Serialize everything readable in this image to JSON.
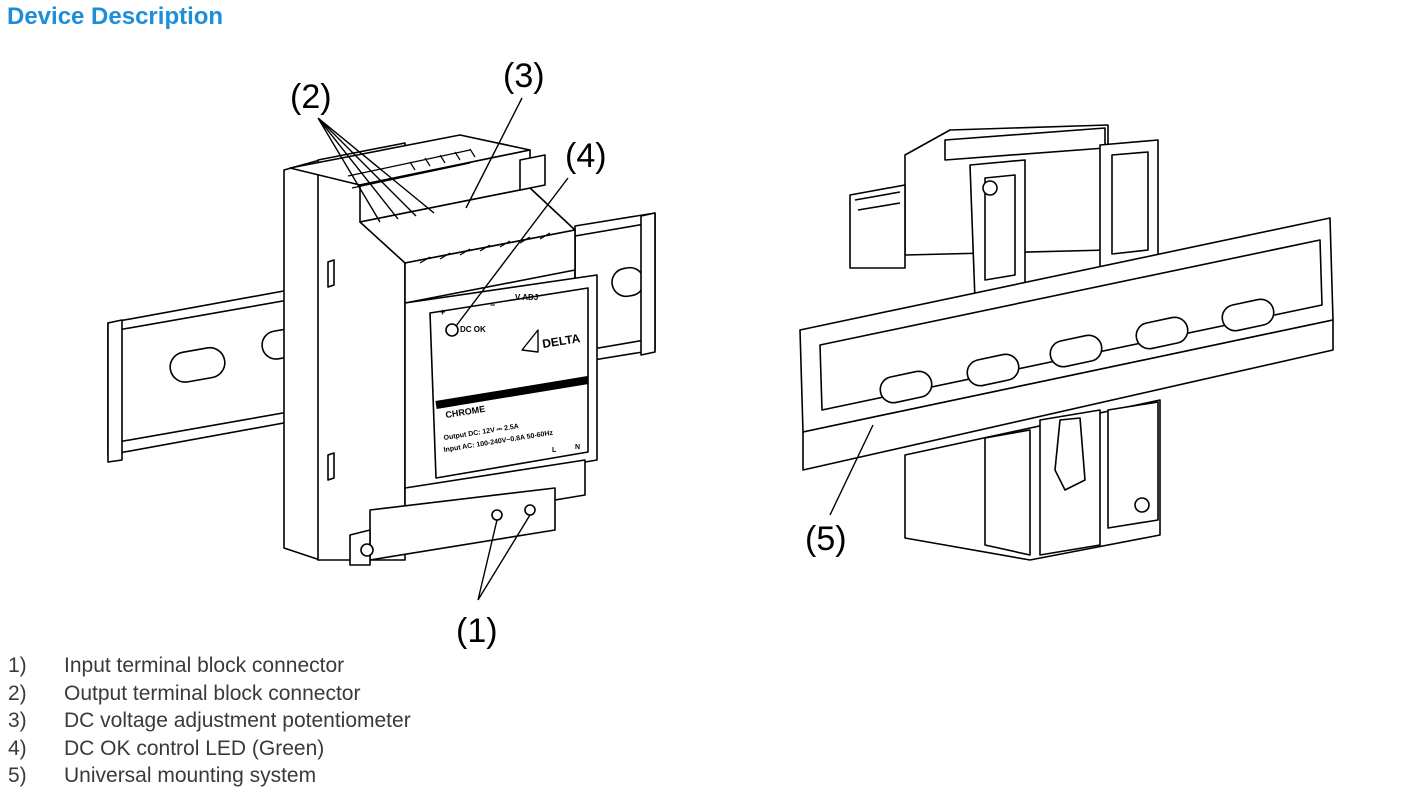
{
  "title": "Device Description",
  "callouts": {
    "c1": "(1)",
    "c2": "(2)",
    "c3": "(3)",
    "c4": "(4)",
    "c5": "(5)"
  },
  "device_markings": {
    "plus": "+",
    "minus": "−",
    "minus2": "−",
    "dc_ok": "DC OK",
    "v_adj": "V ADJ",
    "brand": "DELTA",
    "series": "CHROME",
    "output_line": "Output DC: 12V ⎓ 2.5A",
    "input_line": "Input AC: 100-240V~0.8A 50-60Hz",
    "l": "L",
    "n": "N"
  },
  "legend": [
    {
      "num": "1)",
      "text": "Input terminal block connector"
    },
    {
      "num": "2)",
      "text": "Output terminal block connector"
    },
    {
      "num": "3)",
      "text": "DC voltage adjustment potentiometer"
    },
    {
      "num": "4)",
      "text": "DC OK control LED (Green)"
    },
    {
      "num": "5)",
      "text": "Universal mounting system"
    }
  ],
  "colors": {
    "title": "#1c8fd8",
    "legend_text": "#3a3a3a",
    "line": "#000000"
  }
}
